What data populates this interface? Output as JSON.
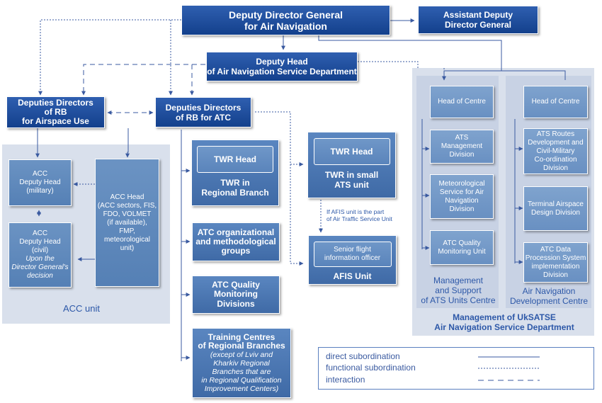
{
  "top": {
    "ddg": [
      "Deputy Director General",
      "for Air Navigation"
    ],
    "addg": [
      "Assistant Deputy",
      "Director General"
    ],
    "dh": [
      "Deputy Head",
      "of Air Navigation Service Department"
    ]
  },
  "rb": {
    "airspace": [
      "Deputies Directors",
      "of RB",
      "for Airspace Use"
    ],
    "atc": [
      "Deputies Directors",
      "of RB for ATC"
    ]
  },
  "acc": {
    "mil": [
      "ACC",
      "Deputy Head",
      "(military)"
    ],
    "civ": [
      "ACC",
      "Deputy Head",
      "(civil)"
    ],
    "civ_note": [
      "Upon the",
      "Director General's",
      "decision"
    ],
    "head": [
      "ACC Head",
      "(ACC sectors, FIS,",
      "FDO, VOLMET",
      "(if available),",
      "FMP,",
      "meteorological",
      "unit)"
    ],
    "caption": "ACC unit"
  },
  "branch": {
    "twr_inner": "TWR Head",
    "twr_regional": [
      "TWR in",
      "Regional Branch"
    ],
    "twr_small": [
      "TWR in small",
      "ATS unit"
    ],
    "afis_note": [
      "If AFIS unit is the part",
      "of Air Traffic Service Unit"
    ],
    "afis_inner": [
      "Senior flight",
      "information officer"
    ],
    "afis": "AFIS Unit",
    "org": [
      "ATC organizational",
      "and methodological",
      "groups"
    ],
    "quality": [
      "ATC Quality",
      "Monitoring",
      "Divisions"
    ],
    "training_title": [
      "Training Centres",
      "of Regional Branches"
    ],
    "training_note": [
      "(except of  Lviv and",
      "Kharkiv Regional",
      "Branches that are",
      "in Regional Qualification",
      "Improvement Centers)"
    ]
  },
  "msc": {
    "head": "Head of Centre",
    "items": [
      [
        "ATS",
        "Management",
        "Division"
      ],
      [
        "Meteorological",
        "Service for Air",
        "Navigation",
        "Division"
      ],
      [
        "ATC Quality",
        "Monitoring Unit"
      ]
    ],
    "caption": [
      "Management",
      "and Support",
      "of ATS Units Centre"
    ]
  },
  "andc": {
    "head": "Head of Centre",
    "items": [
      [
        "ATS Routes",
        "Development and",
        "Civil-Military",
        "Co-ordination",
        "Division"
      ],
      [
        "Terminal Airspace",
        "Design Division"
      ],
      [
        "ATC Data",
        "Procession System",
        "implementation",
        "Division"
      ]
    ],
    "caption": [
      "Air Navigation",
      "Development Centre"
    ]
  },
  "management_caption": [
    "Management of UkSATSE",
    "Air Navigation Service Department"
  ],
  "legend": {
    "items": [
      "direct subordination",
      "functional subordination",
      "interaction"
    ]
  },
  "colors": {
    "dark": "#13408c",
    "accent": "#2d58a8",
    "line": "#3a5aa0"
  }
}
